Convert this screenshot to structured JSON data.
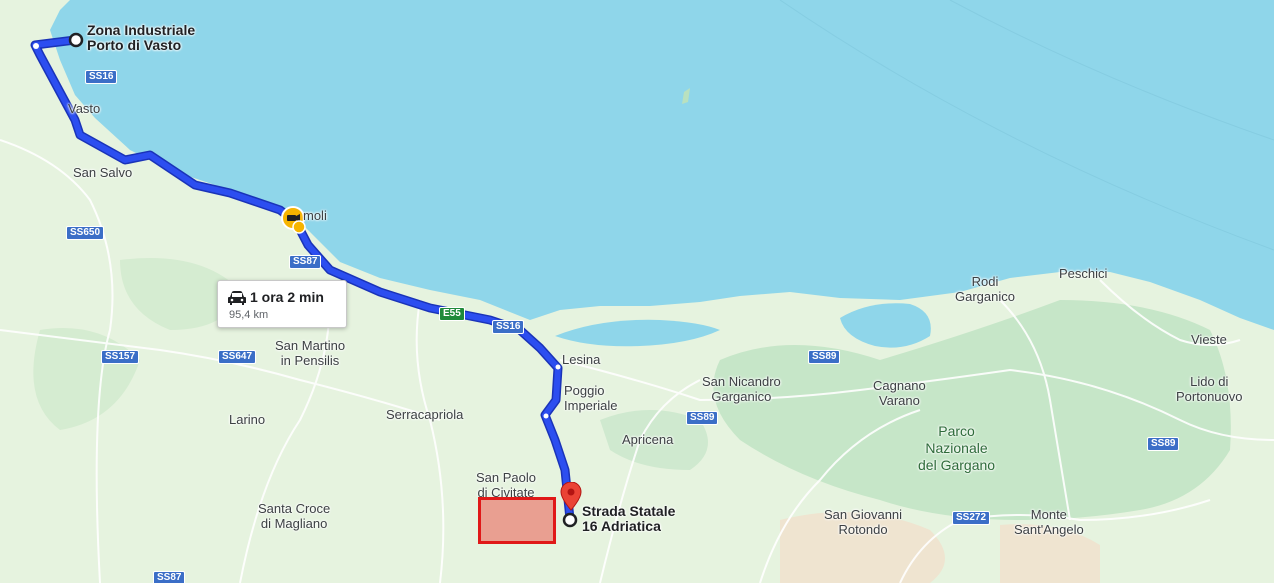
{
  "route": {
    "origin": "Zona Industriale\nPorto di Vasto",
    "destination": "Strada Statale\n16 Adriatica",
    "duration": "1 ora 2 min",
    "distance": "95,4 km",
    "route_color": "#2c4ef0"
  },
  "places": [
    {
      "name": "Vasto"
    },
    {
      "name": "San Salvo"
    },
    {
      "name": "moli"
    },
    {
      "name": "San Martino\nin Pensilis"
    },
    {
      "name": "Larino"
    },
    {
      "name": "Serracapriola"
    },
    {
      "name": "Santa Croce\ndi Magliano"
    },
    {
      "name": "San Paolo\ndi Civitate"
    },
    {
      "name": "Lesina"
    },
    {
      "name": "Poggio\nImperiale"
    },
    {
      "name": "Apricena"
    },
    {
      "name": "San Nicandro\nGarganico"
    },
    {
      "name": "Cagnano\nVarano"
    },
    {
      "name": "Parco\nNazionale\ndel Gargano"
    },
    {
      "name": "San Giovanni\nRotondo"
    },
    {
      "name": "Monte\nSant'Angelo"
    },
    {
      "name": "Rodi\nGarganico"
    },
    {
      "name": "Peschici"
    },
    {
      "name": "Vieste"
    },
    {
      "name": "Lido di\nPortonuovo"
    }
  ],
  "roads": [
    {
      "label": "SS16"
    },
    {
      "label": "SS650"
    },
    {
      "label": "SS87"
    },
    {
      "label": "E55"
    },
    {
      "label": "SS16"
    },
    {
      "label": "SS157"
    },
    {
      "label": "SS647"
    },
    {
      "label": "SS89"
    },
    {
      "label": "SS89"
    },
    {
      "label": "SS89"
    },
    {
      "label": "SS272"
    },
    {
      "label": "SS87"
    }
  ],
  "icons": {
    "origin": "origin-circle-icon",
    "destination": "destination-pin-icon",
    "car": "car-icon",
    "speed_camera": "speed-camera-icon"
  },
  "colors": {
    "sea": "#8fd6ea",
    "land": "#e4f2dd",
    "park": "#bfe3c4",
    "highlight": "#e01818"
  }
}
